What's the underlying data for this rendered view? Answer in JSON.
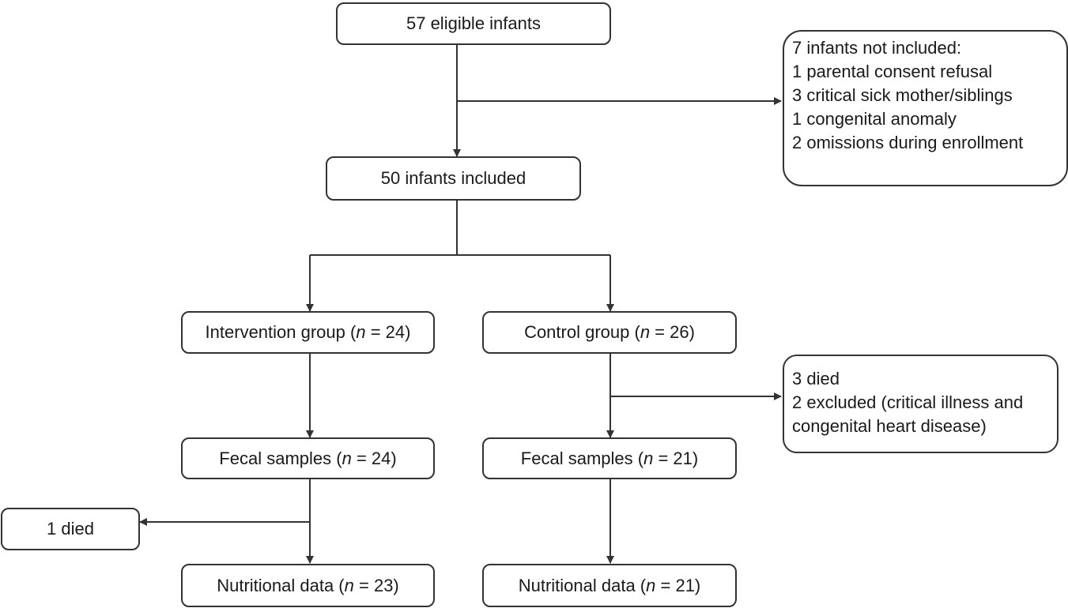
{
  "boxes": {
    "eligible": "57 eligible infants",
    "included": "50 infants included",
    "intervention": {
      "prefix": "Intervention group (",
      "n": "n",
      "suffix": " = 24)"
    },
    "control": {
      "prefix": "Control group (",
      "n": "n",
      "suffix": " = 26)"
    },
    "fecal_intervention": {
      "prefix": "Fecal samples (",
      "n": "n",
      "suffix": " = 24)"
    },
    "fecal_control": {
      "prefix": "Fecal samples (",
      "n": "n",
      "suffix": " = 21)"
    },
    "nutritional_intervention": {
      "prefix": "Nutritional data (",
      "n": "n",
      "suffix": " = 23)"
    },
    "nutritional_control": {
      "prefix": "Nutritional data (",
      "n": "n",
      "suffix": " = 21)"
    },
    "died_intervention": "1 died"
  },
  "not_included": [
    "7 infants not included:",
    "1 parental consent refusal",
    "3 critical sick mother/siblings",
    "1 congenital anomaly",
    "2 omissions during enrollment"
  ],
  "control_excluded": [
    "3 died",
    "2 excluded (critical illness and",
    "congenital heart disease)"
  ]
}
